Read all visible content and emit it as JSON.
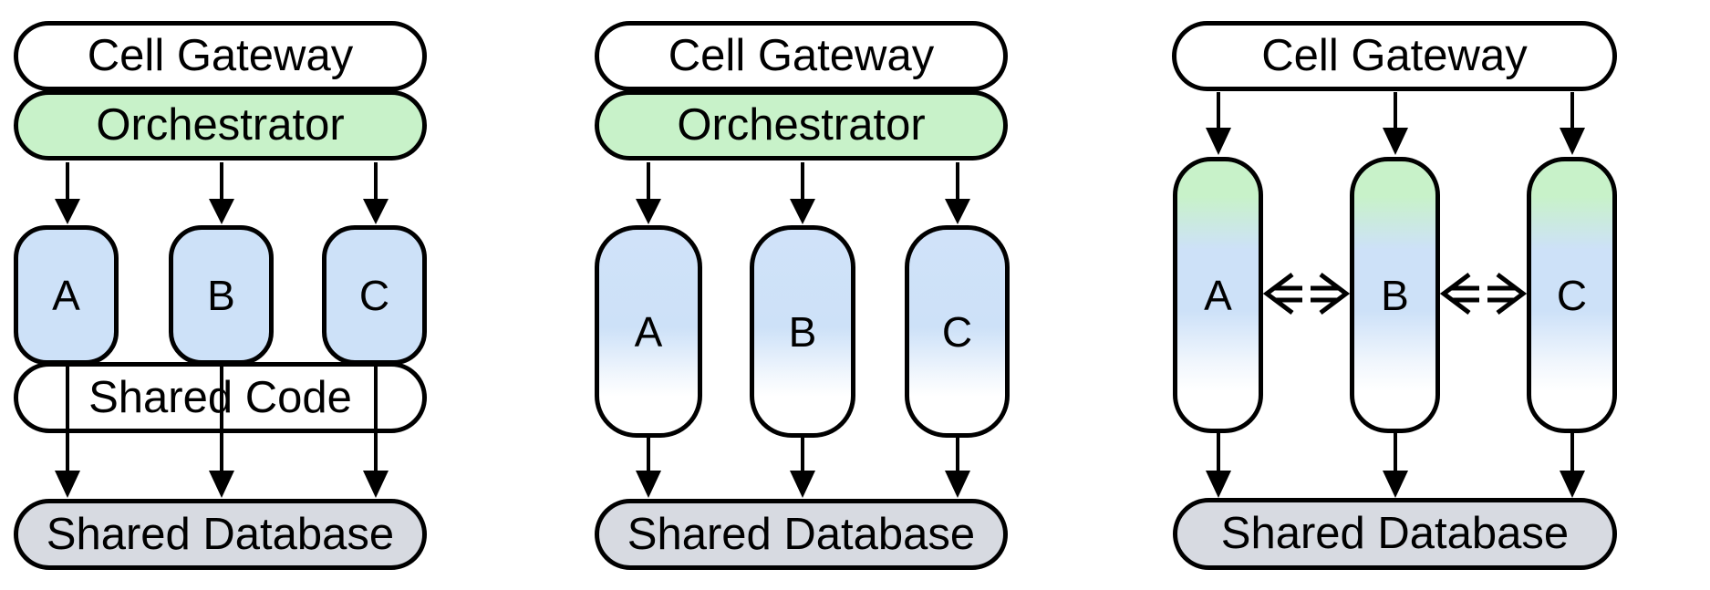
{
  "panels": [
    {
      "gateway": "Cell Gateway",
      "orchestrator": "Orchestrator",
      "services": [
        "A",
        "B",
        "C"
      ],
      "shared_code": "Shared Code",
      "database": "Shared Database"
    },
    {
      "gateway": "Cell Gateway",
      "orchestrator": "Orchestrator",
      "services": [
        "A",
        "B",
        "C"
      ],
      "database": "Shared Database"
    },
    {
      "gateway": "Cell Gateway",
      "services": [
        "A",
        "B",
        "C"
      ],
      "database": "Shared Database"
    }
  ],
  "icons": {
    "down_arrow": "filled-triangle-down-arrow",
    "peer_sync_left": "open-chevron-left-with-double-dash",
    "peer_sync_right": "open-chevron-right-with-double-dash"
  },
  "colors": {
    "orchestrator_green": "#c8f2c9",
    "service_blue": "#cde1f8",
    "database_gray": "#d7dae1",
    "line_black": "#000000",
    "background": "#ffffff"
  }
}
